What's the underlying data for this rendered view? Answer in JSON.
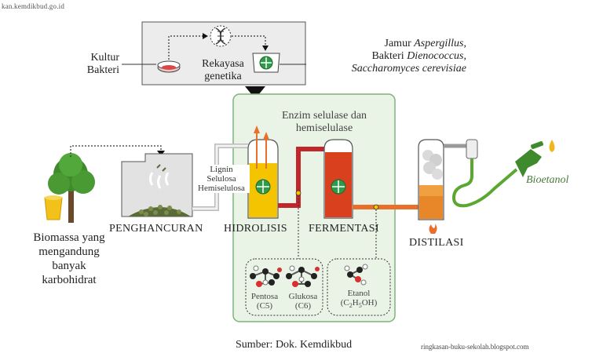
{
  "watermark_top": "kan.kemdikbud.go.id",
  "watermark_bottom": "ringkasan-buku-sekolah.blogspot.com",
  "source": "Sumber: Dok. Kemdikbud",
  "culture": {
    "line1": "Kultur",
    "line2": "Bakteri"
  },
  "engineering": {
    "line1": "Rekayasa",
    "line2": "genetika"
  },
  "organisms": {
    "line1_prefix": "Jamur ",
    "line1_italic": "Aspergillus",
    "line1_suffix": ",",
    "line2_prefix": "Bakteri ",
    "line2_italic": "Dienococcus",
    "line2_suffix": ",",
    "line3_italic": "Saccharomyces cerevisiae"
  },
  "enzyme": {
    "line1": "Enzim selulase dan",
    "line2": "hemiselulase"
  },
  "feed": {
    "line1": "Lignin",
    "line2": "Selulosa",
    "line3": "Hemiselulosa"
  },
  "biomass": {
    "line1": "Biomassa yang",
    "line2": "mengandung",
    "line3": "banyak",
    "line4": "karbohidrat"
  },
  "stages": {
    "crushing": "PENGHANCURAN",
    "hydrolysis": "HIDROLISIS",
    "fermentation": "FERMENTASI",
    "distillation": "DISTILASI"
  },
  "product": "Bioetanol",
  "sugars": {
    "pentose_name": "Pentosa",
    "pentose_formula": "(C5)",
    "glucose_name": "Glukosa",
    "glucose_formula": "(C6)"
  },
  "ethanol": {
    "name": "Etanol",
    "f_open": "(C",
    "f_sub1": "2",
    "f_h": "H",
    "f_sub2": "5",
    "f_close": "OH)"
  },
  "colors": {
    "green_panel": "#e9f3e6",
    "green_border": "#7fb27a",
    "hydrolysis_liquid": "#f5c400",
    "fermentation_liquid": "#d8401e",
    "pipe_red": "#c0262a",
    "pipe_orange": "#e8702a",
    "bio_green": "#5aa832"
  }
}
